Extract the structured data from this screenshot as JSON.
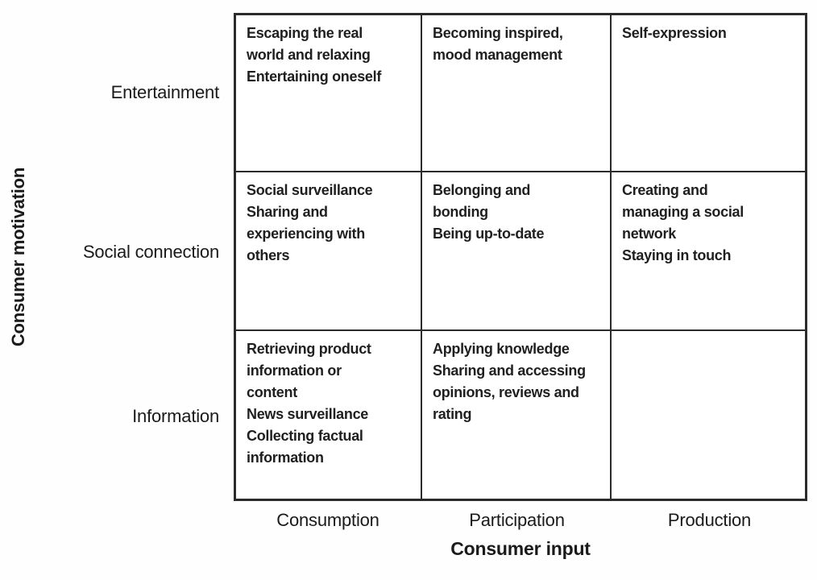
{
  "colors": {
    "border": "#2b2b2b",
    "text": "#1a1a1a"
  },
  "matrix": {
    "y_axis_title": "Consumer motivation",
    "x_axis_title": "Consumer input",
    "row_labels": [
      "Entertainment",
      "Social connection",
      "Information"
    ],
    "col_labels": [
      "Consumption",
      "Participation",
      "Production"
    ],
    "cells": [
      {
        "row": "Entertainment",
        "col": "Consumption",
        "lines": [
          "Escaping the real",
          "world and relaxing",
          "Entertaining oneself"
        ]
      },
      {
        "row": "Entertainment",
        "col": "Participation",
        "lines": [
          "Becoming inspired,",
          "mood management"
        ]
      },
      {
        "row": "Entertainment",
        "col": "Production",
        "lines": [
          "Self-expression"
        ]
      },
      {
        "row": "Social connection",
        "col": "Consumption",
        "lines": [
          "Social surveillance",
          "Sharing and",
          "experiencing with",
          "others"
        ]
      },
      {
        "row": "Social connection",
        "col": "Participation",
        "lines": [
          "Belonging and",
          "bonding",
          "Being up-to-date"
        ]
      },
      {
        "row": "Social connection",
        "col": "Production",
        "lines": [
          "Creating and",
          "managing a social",
          "network",
          "Staying in touch"
        ]
      },
      {
        "row": "Information",
        "col": "Consumption",
        "lines": [
          "Retrieving product",
          "information or",
          "content",
          "News surveillance",
          "Collecting factual",
          "information"
        ]
      },
      {
        "row": "Information",
        "col": "Participation",
        "lines": [
          "Applying knowledge",
          "Sharing and accessing",
          "opinions, reviews and",
          "rating"
        ]
      },
      {
        "row": "Information",
        "col": "Production",
        "lines": []
      }
    ]
  }
}
